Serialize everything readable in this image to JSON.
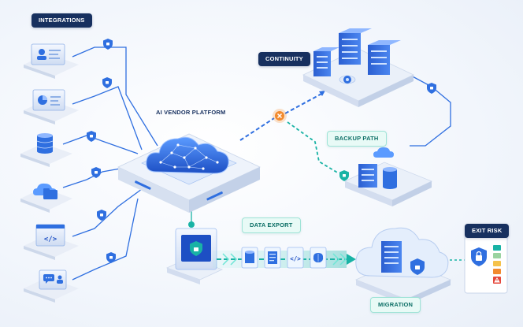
{
  "labels": {
    "integrations": "INTEGRATIONS",
    "platform": "AI VENDOR PLATFORM",
    "continuity": "CONTINUITY",
    "backup_path": "BACKUP PATH",
    "data_export": "DATA EXPORT",
    "migration": "MIGRATION",
    "exit_risk": "EXIT RISK"
  },
  "colors": {
    "primary_blue": "#2f6fe0",
    "navy": "#17305f",
    "teal": "#19b3a5",
    "warning_orange": "#f28a2e",
    "risk_red": "#e5483c"
  },
  "integration_icons": [
    "user-card-icon",
    "chart-dashboard-icon",
    "database-icon",
    "cloud-folder-icon",
    "code-window-icon",
    "chat-users-icon"
  ],
  "export_icons": [
    "database-icon",
    "document-icon",
    "code-file-icon",
    "ai-brain-icon"
  ],
  "risk_meter_levels": 5
}
